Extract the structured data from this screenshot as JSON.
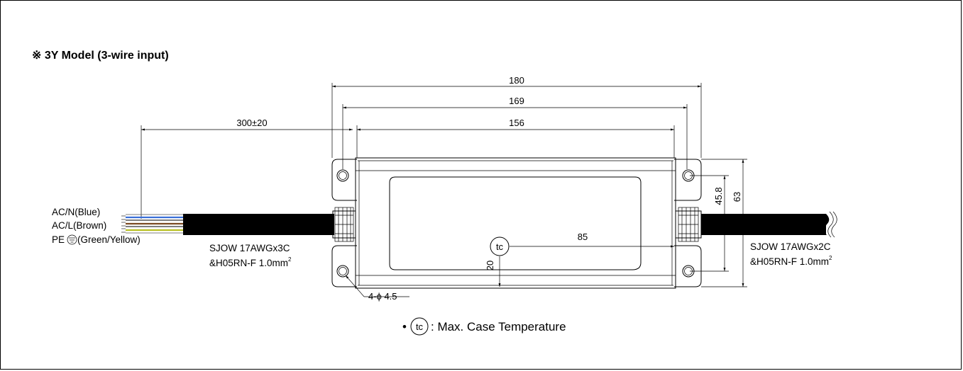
{
  "title": "※ 3Y Model (3-wire input)",
  "dimensions": {
    "overall_length": "180",
    "mount_spacing": "169",
    "body_length": "156",
    "cable_length": "300±20",
    "tc_horizontal": "85",
    "tc_vertical": "20",
    "mount_height_inner": "45.8",
    "overall_height": "63",
    "mount_holes": "4-ϕ 4.5"
  },
  "input_wires": {
    "neutral": "AC/N(Blue)",
    "line": "AC/L(Brown)",
    "earth_prefix": "PE",
    "earth_suffix": "(Green/Yellow)"
  },
  "input_cable": {
    "line1": "SJOW 17AWGx3C",
    "line2": "&H05RN-F 1.0mm",
    "sup": "2"
  },
  "output_cable": {
    "line1": "SJOW 17AWGx2C",
    "line2": "&H05RN-F 1.0mm",
    "sup": "2"
  },
  "tc_symbol": "tc",
  "legend": {
    "bullet": "•",
    "text": ": Max. Case Temperature"
  },
  "colors": {
    "wire_blue": "#3a6fd8",
    "wire_brown": "#7a4a22",
    "wire_green_yellow": "#b8c020"
  }
}
